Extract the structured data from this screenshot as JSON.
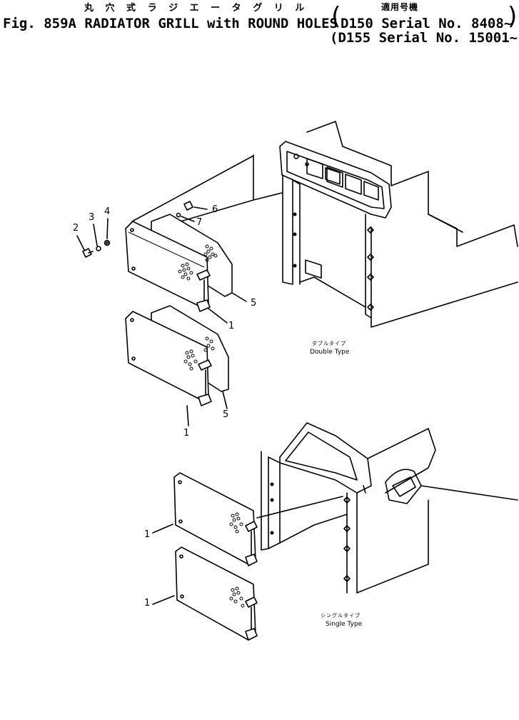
{
  "header": {
    "jp_title": "丸 穴 式 ラ ジ エ ー タ グ リ ル",
    "fig_title": "Fig. 859A RADIATOR GRILL with ROUND HOLES",
    "applicable_jp": "適用号機",
    "serial_1": "D150 Serial No. 8408~",
    "serial_2": "(D155 Serial No. 15001~)",
    "paren_open": "(",
    "paren_close": ")"
  },
  "labels": {
    "double_jp": "ダブルタイプ",
    "double_en": "Double Type",
    "single_jp": "シングルタイプ",
    "single_en": "Single Type"
  },
  "callouts": [
    "2",
    "3",
    "4",
    "6",
    "7",
    "5",
    "1",
    "5",
    "1",
    "1",
    "1"
  ]
}
